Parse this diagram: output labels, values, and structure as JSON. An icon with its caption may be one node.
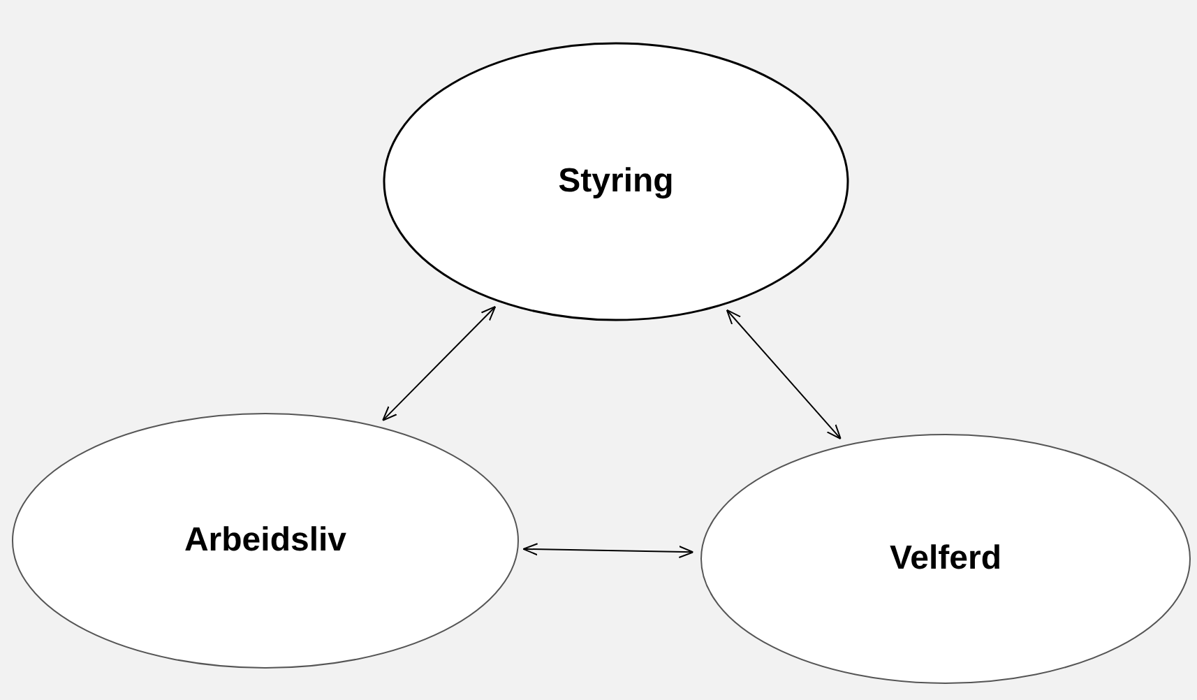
{
  "diagram": {
    "nodes": [
      {
        "text": [
          "Styring"
        ]
      },
      {
        "text": [
          "Arbeidsliv"
        ]
      },
      {
        "text": [
          "Velferd"
        ]
      }
    ],
    "edges": [
      {
        "from": 0,
        "to": 1,
        "arrow": "both"
      },
      {
        "from": 0,
        "to": 2,
        "arrow": "both"
      },
      {
        "from": 1,
        "to": 2,
        "arrow": "both"
      }
    ]
  }
}
